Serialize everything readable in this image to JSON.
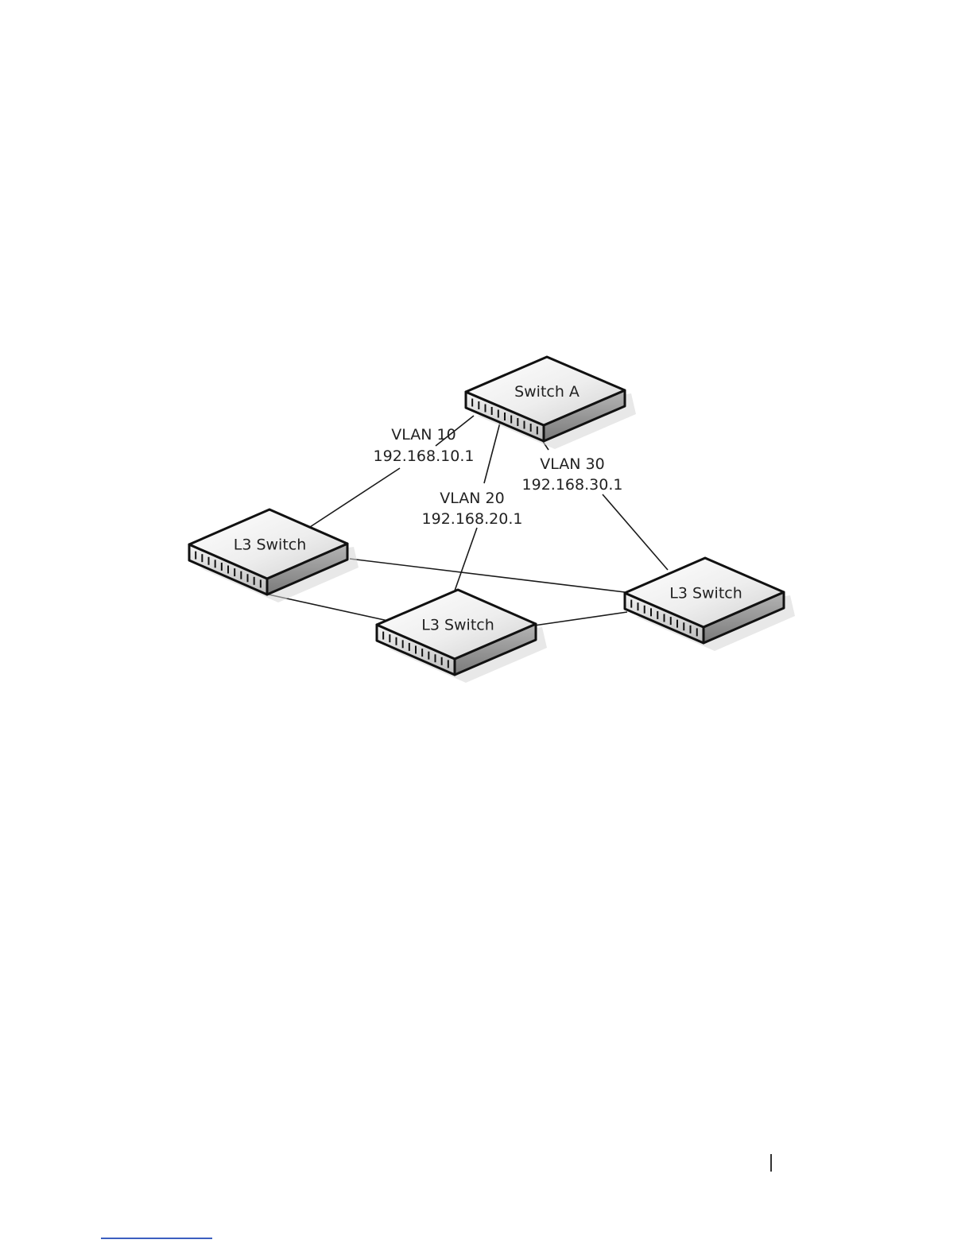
{
  "diagram": {
    "nodes": [
      {
        "id": "switch-a",
        "label": "Switch A"
      },
      {
        "id": "l3-left",
        "label": "L3 Switch"
      },
      {
        "id": "l3-middle",
        "label": "L3 Switch"
      },
      {
        "id": "l3-right",
        "label": "L3 Switch"
      }
    ],
    "links": [
      {
        "from": "switch-a",
        "to": "l3-left",
        "vlan": "VLAN 10",
        "ip": "192.168.10.1"
      },
      {
        "from": "switch-a",
        "to": "l3-middle",
        "vlan": "VLAN 20",
        "ip": "192.168.20.1"
      },
      {
        "from": "switch-a",
        "to": "l3-right",
        "vlan": "VLAN 30",
        "ip": "192.168.30.1"
      },
      {
        "from": "l3-left",
        "to": "l3-right"
      },
      {
        "from": "l3-left",
        "to": "l3-middle"
      },
      {
        "from": "l3-middle",
        "to": "l3-right"
      }
    ]
  }
}
